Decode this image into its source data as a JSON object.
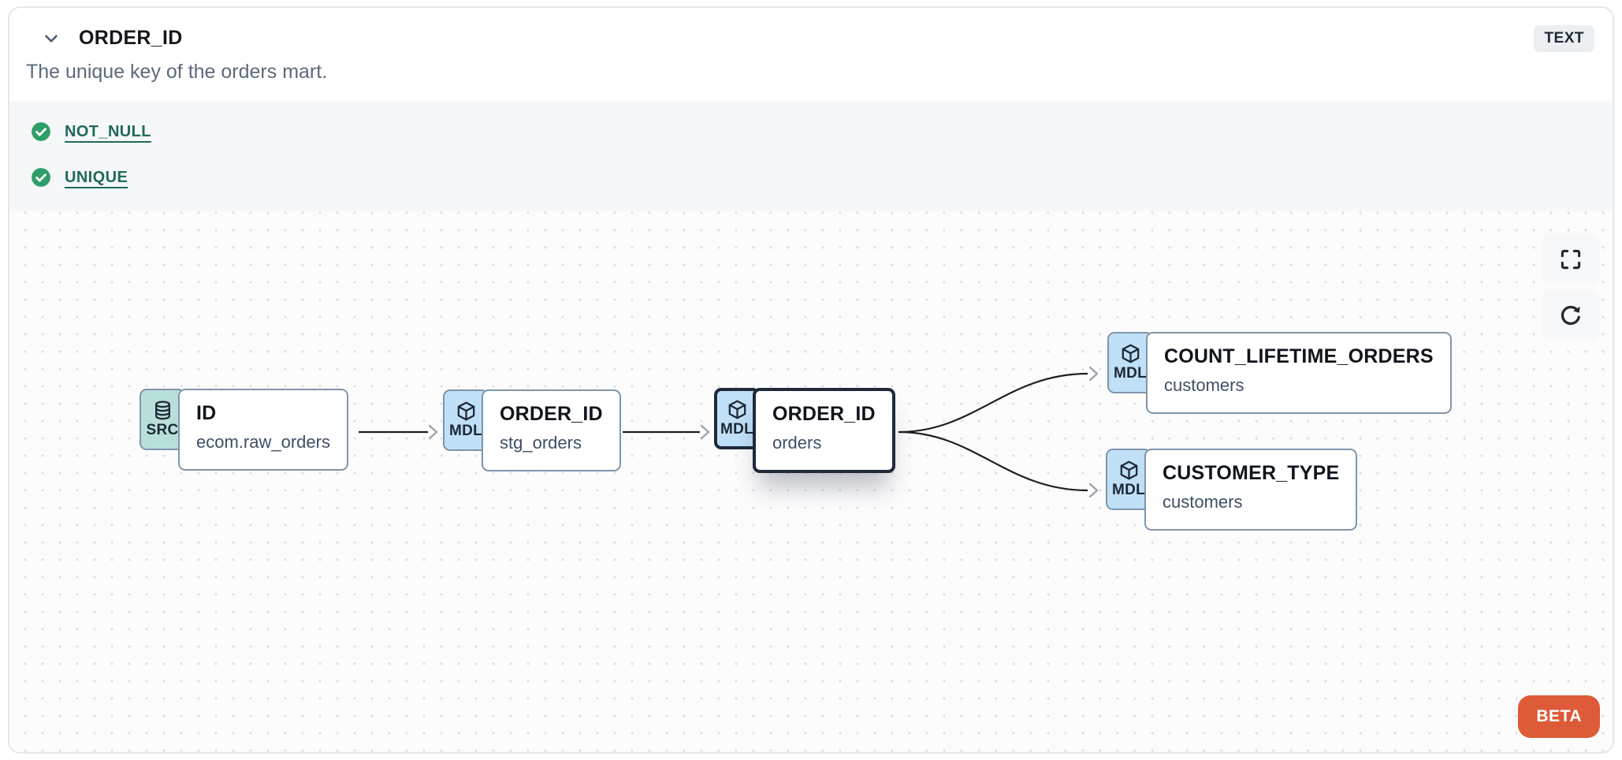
{
  "header": {
    "title": "ORDER_ID",
    "type_badge": "TEXT",
    "description": "The unique key of the orders mart."
  },
  "tests": {
    "items": [
      {
        "label": "NOT_NULL",
        "status": "pass"
      },
      {
        "label": "UNIQUE",
        "status": "pass"
      }
    ]
  },
  "canvas": {
    "beta_label": "BETA",
    "nodes": [
      {
        "kind": "SRC",
        "icon": "database-icon",
        "title": "ID",
        "subtitle": "ecom.raw_orders",
        "selected": false
      },
      {
        "kind": "MDL",
        "icon": "cube-icon",
        "title": "ORDER_ID",
        "subtitle": "stg_orders",
        "selected": false
      },
      {
        "kind": "MDL",
        "icon": "cube-icon",
        "title": "ORDER_ID",
        "subtitle": "orders",
        "selected": true
      },
      {
        "kind": "MDL",
        "icon": "cube-icon",
        "title": "COUNT_LIFETIME_ORDERS",
        "subtitle": "customers",
        "selected": false
      },
      {
        "kind": "MDL",
        "icon": "cube-icon",
        "title": "CUSTOMER_TYPE",
        "subtitle": "customers",
        "selected": false
      }
    ],
    "edges": [
      {
        "from": "ID/ecom.raw_orders",
        "to": "ORDER_ID/stg_orders"
      },
      {
        "from": "ORDER_ID/stg_orders",
        "to": "ORDER_ID/orders"
      },
      {
        "from": "ORDER_ID/orders",
        "to": "COUNT_LIFETIME_ORDERS/customers"
      },
      {
        "from": "ORDER_ID/orders",
        "to": "CUSTOMER_TYPE/customers"
      }
    ]
  },
  "colors": {
    "src_badge": "#b9dfda",
    "mdl_badge": "#c0e0f7",
    "node_border": "#8095a9",
    "selected_border": "#1f2a38",
    "test_pass_green": "#2f9e68",
    "test_link": "#1f6a5c",
    "beta_orange": "#dd5b38",
    "type_badge_bg": "#eceff2"
  }
}
